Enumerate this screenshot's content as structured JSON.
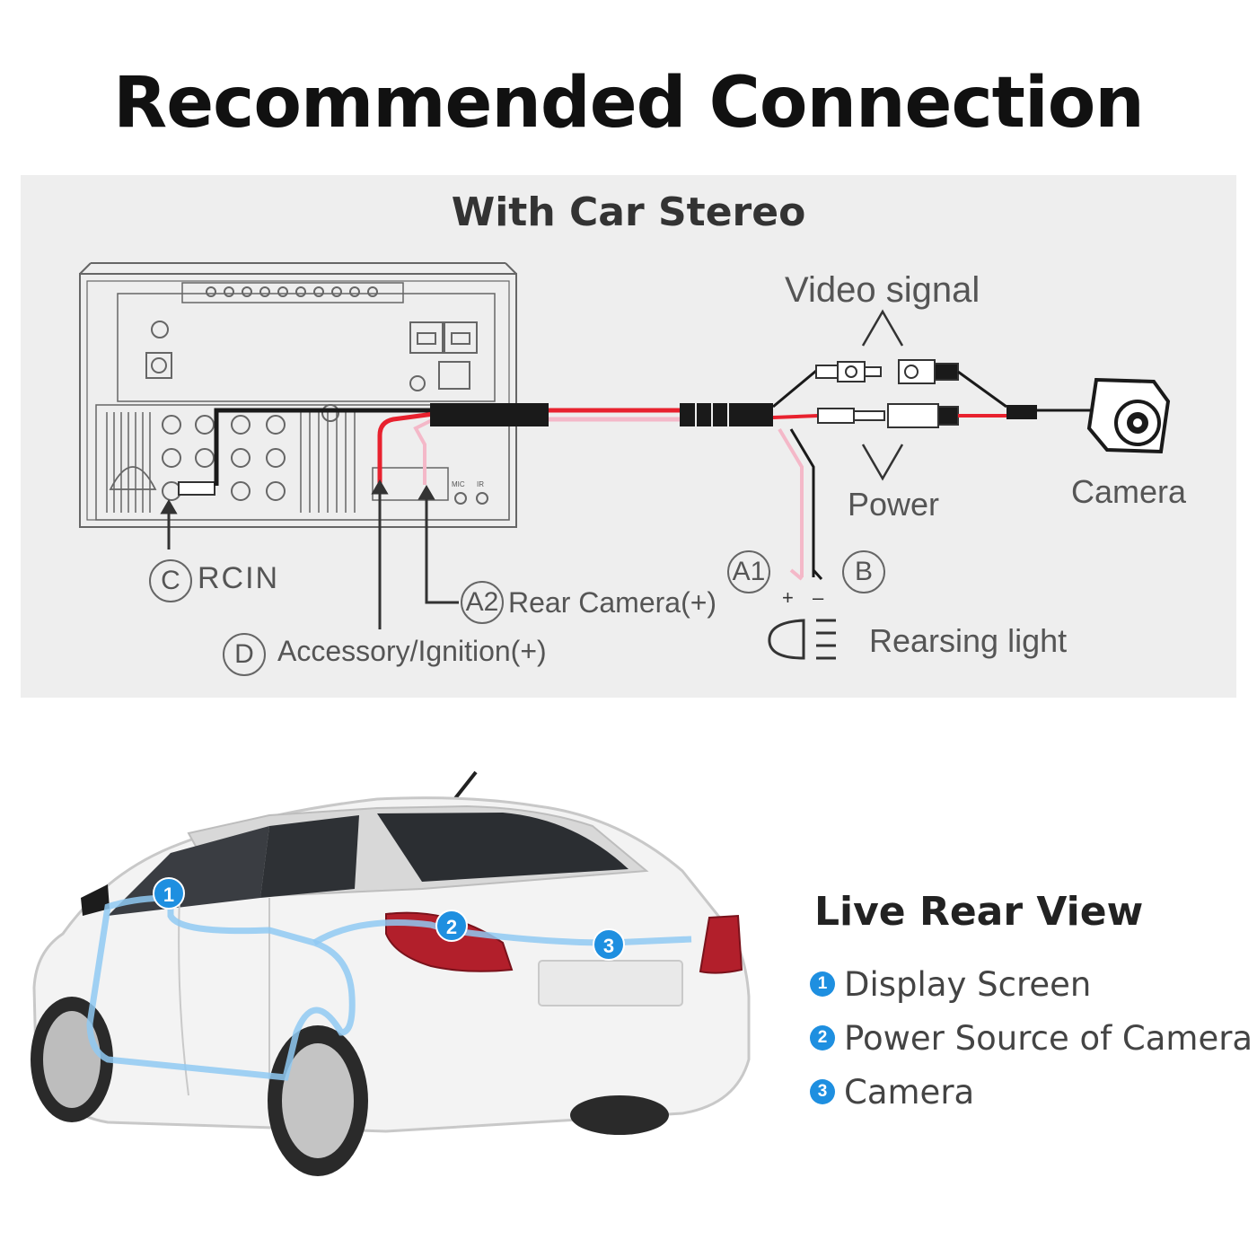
{
  "header": {
    "title": "Recommended Connection"
  },
  "diagram": {
    "section_title": "With Car Stereo",
    "labels": {
      "video_signal": "Video signal",
      "power": "Power",
      "camera": "Camera",
      "rearsing_light": "Rearsing light",
      "rcin": "RCIN",
      "rear_camera": "Rear Camera(+)",
      "accessory": "Accessory/Ignition(+)",
      "plus": "+",
      "minus": "–",
      "mic": "MIC",
      "ir": "IR"
    },
    "markers": {
      "a1": "A1",
      "a2": "A2",
      "b": "B",
      "c": "C",
      "d": "D"
    },
    "colors": {
      "red_wire": "#e8212e",
      "pink_wire": "#f4b8c8",
      "black_wire": "#1a1a1a",
      "panel_bg": "#eeeeee"
    }
  },
  "live_view": {
    "title": "Live Rear View",
    "items": [
      {
        "num": "1",
        "label": "Display Screen"
      },
      {
        "num": "2",
        "label": "Power Source of Camera"
      },
      {
        "num": "3",
        "label": "Camera"
      }
    ],
    "accent": "#1e8fe0"
  }
}
